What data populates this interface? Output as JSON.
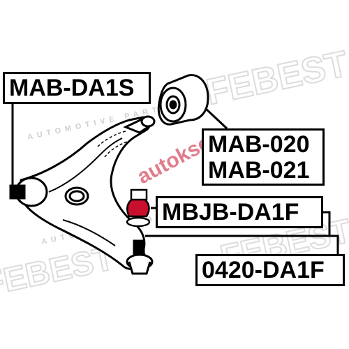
{
  "parts": {
    "arm_bushing": "MAB-DA1S",
    "rear_bushing_a": "MAB-020",
    "rear_bushing_b": "MAB-021",
    "ball_joint_boot": "MBJB-DA1F",
    "ball_joint": "0420-DA1F"
  },
  "watermark": {
    "brand": "FEBEST",
    "tagline": "AUTOMOTIVE PARTS",
    "overlay": "autokset"
  },
  "colors": {
    "line": "#000000",
    "boot": "#c8102e",
    "watermark": "#d9d9d9",
    "overlay": "#c8102e"
  }
}
